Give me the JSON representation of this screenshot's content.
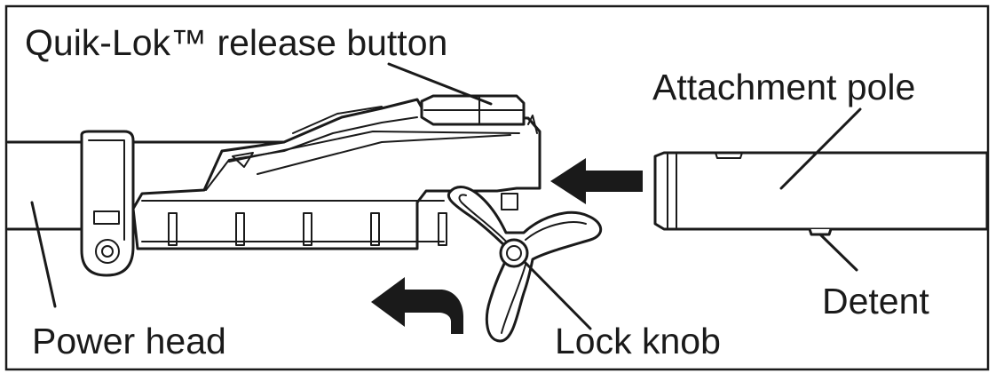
{
  "labels": {
    "release_button": "Quik-Lok™ release button",
    "attachment_pole": "Attachment pole",
    "detent": "Detent",
    "power_head": "Power head",
    "lock_knob": "Lock knob"
  },
  "colors": {
    "ink": "#1a1a1a",
    "background": "#ffffff"
  },
  "icons": [
    "insert-arrow-icon",
    "rotate-arrow-icon"
  ]
}
